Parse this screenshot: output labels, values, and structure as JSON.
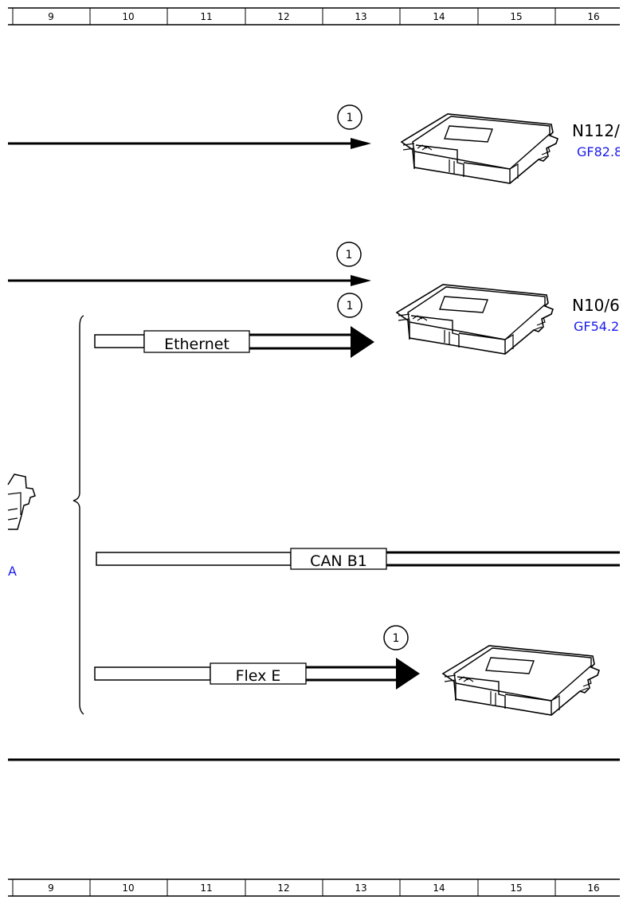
{
  "grid_columns": [
    "9",
    "10",
    "11",
    "12",
    "13",
    "14",
    "15",
    "16"
  ],
  "buses": {
    "ethernet": "Ethernet",
    "can_b1": "CAN B1",
    "flex_e": "Flex E"
  },
  "badges": {
    "arrow_top": "1",
    "arrow_middle": "1",
    "ethernet": "1",
    "flex_e": "1"
  },
  "devices": {
    "top": {
      "name": "N112/",
      "ref": "GF82.8"
    },
    "middle": {
      "name": "N10/6",
      "ref": "GF54.2"
    },
    "left": {
      "ref": "A"
    }
  },
  "colors": {
    "reference_link": "#1a1aee",
    "line": "#000000"
  }
}
